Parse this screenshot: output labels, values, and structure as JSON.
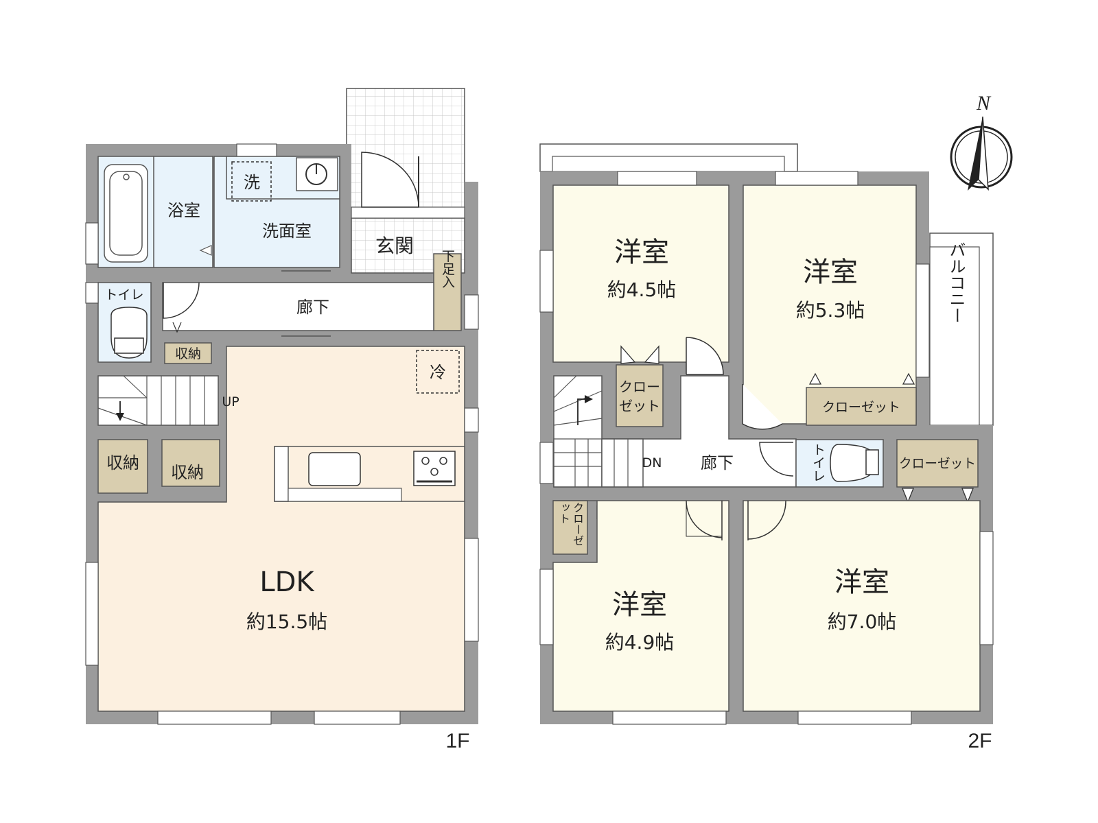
{
  "floor1": {
    "label": "1F",
    "bath": "浴室",
    "washroom": "洗面室",
    "washer_mark": "洗",
    "entrance": "玄関",
    "shoe_storage": "下足入",
    "toilet": "トイレ",
    "corridor": "廊下",
    "storage_small": "収納",
    "fridge_mark": "冷",
    "stairs_up": "UP",
    "storage_left": "収納",
    "storage_mid": "収納",
    "ldk_name": "LDK",
    "ldk_size": "約15.5帖"
  },
  "floor2": {
    "label": "2F",
    "room_a_name": "洋室",
    "room_a_size": "約4.5帖",
    "room_b_name": "洋室",
    "room_b_size": "約5.3帖",
    "balcony": "バルコニー",
    "closet_a": "クローゼット",
    "closet_b": "クローゼット",
    "closet_c": "クローゼット",
    "closet_d": "クローゼット",
    "stairs_down": "DN",
    "corridor": "廊下",
    "toilet": "トイレ",
    "room_c_name": "洋室",
    "room_c_size": "約4.9帖",
    "room_d_name": "洋室",
    "room_d_size": "約7.0帖"
  },
  "compass": {
    "north": "N"
  },
  "colors": {
    "wall": "#9b9b9b",
    "ldk_floor": "#fcf0e0",
    "bedroom_floor": "#fdfbea",
    "wet_area": "#e8f3fb",
    "storage": "#d9ceaf",
    "white": "#ffffff"
  }
}
